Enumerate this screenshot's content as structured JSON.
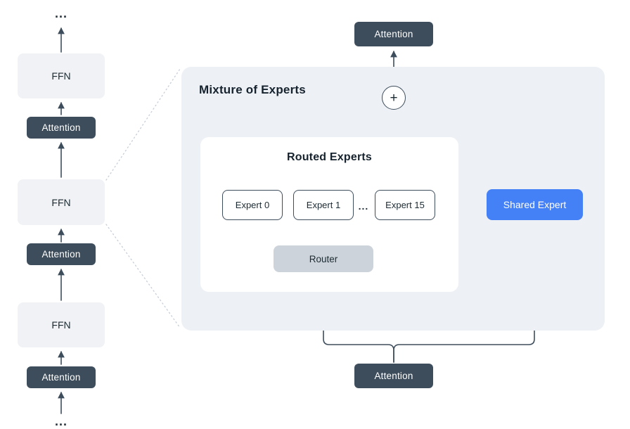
{
  "colors": {
    "dark": "#3e4d5c",
    "panel_bg": "#edf0f4",
    "ffn_bg": "#f0f2f5",
    "blue": "#4480f6",
    "router_bg": "#cdd3da",
    "text_dark": "#1c2b33"
  },
  "left_stack": {
    "ellipsis_top": "...",
    "ffn_1": "FFN",
    "attention_1": "Attention",
    "ffn_2": "FFN",
    "attention_2": "Attention",
    "ffn_3": "FFN",
    "attention_3": "Attention",
    "ellipsis_bottom": "..."
  },
  "moe": {
    "panel_title": "Mixture of Experts",
    "sum_symbol": "+",
    "attention_top": "Attention",
    "attention_bottom": "Attention",
    "shared_expert": "Shared Expert",
    "routed": {
      "title": "Routed Experts",
      "expert_0": "Expert 0",
      "expert_1": "Expert 1",
      "ellipsis": "...",
      "expert_15": "Expert 15",
      "router": "Router"
    }
  }
}
